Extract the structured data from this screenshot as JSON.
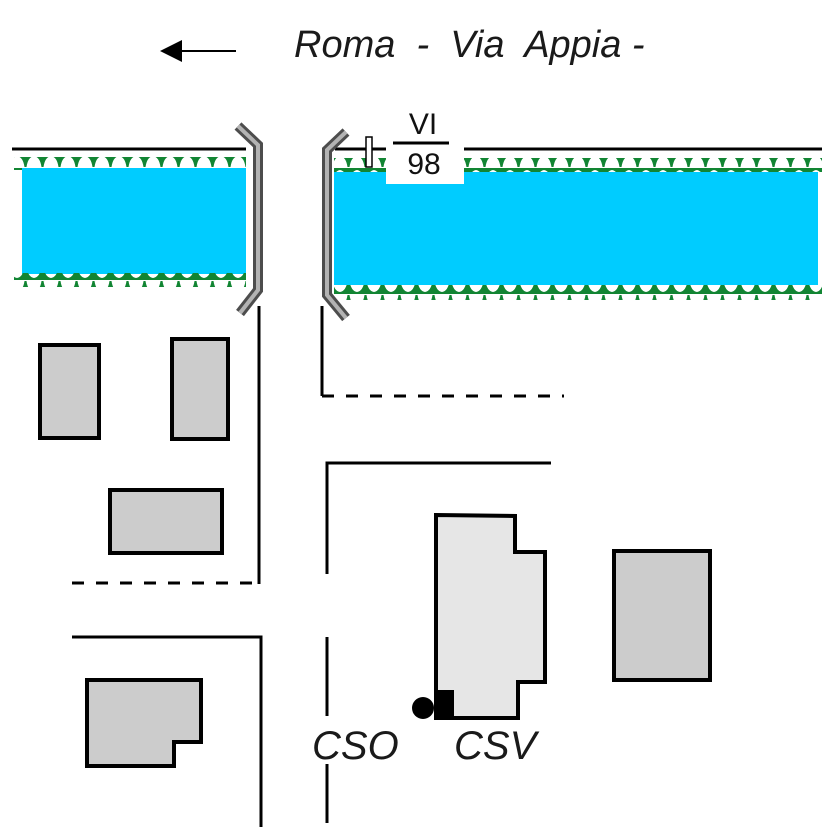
{
  "title": {
    "text": "Roma  -  Via  Appia -",
    "direction_arrow": "left-arrow-icon"
  },
  "colors": {
    "canal_water": "#00ccff",
    "canal_bank_vegetation": "#128533",
    "bridge_outer": "#4d4d4d",
    "bridge_inner": "#b3b3b3",
    "building_fill": "#cccccc",
    "main_building_fill": "#e6e6e6",
    "line": "#000000"
  },
  "canal": {
    "name": "canal",
    "marker": {
      "numerator": "VI",
      "denominator": "98"
    }
  },
  "labels": {
    "cso": "CSO",
    "csv": "CSV"
  },
  "legend_symbols": {
    "cso_symbol": "filled-circle",
    "csv_symbol": "filled-square"
  }
}
